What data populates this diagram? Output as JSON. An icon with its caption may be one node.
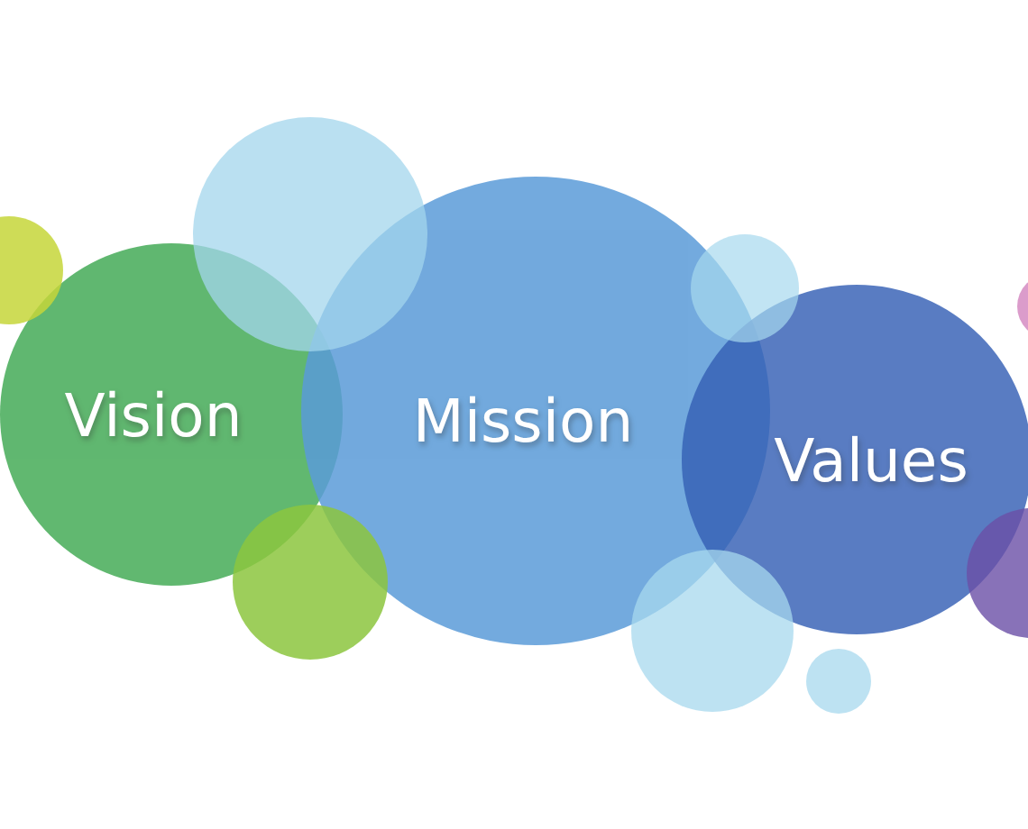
{
  "diagram": {
    "nodes": [
      {
        "text": [],
        "shape": "circle"
      },
      {
        "text": [
          "Vision"
        ]
      },
      {
        "text": [],
        "shape": "circle"
      },
      {
        "text": [],
        "shape": "circle"
      },
      {
        "text": [
          "Mission"
        ]
      },
      {
        "text": [],
        "shape": "circle"
      },
      {
        "text": [],
        "shape": "circle"
      },
      {
        "text": [],
        "shape": "circle"
      },
      {
        "text": [
          "Values"
        ]
      },
      {
        "text": [],
        "shape": "circle"
      },
      {
        "text": [],
        "shape": "circle"
      }
    ]
  }
}
